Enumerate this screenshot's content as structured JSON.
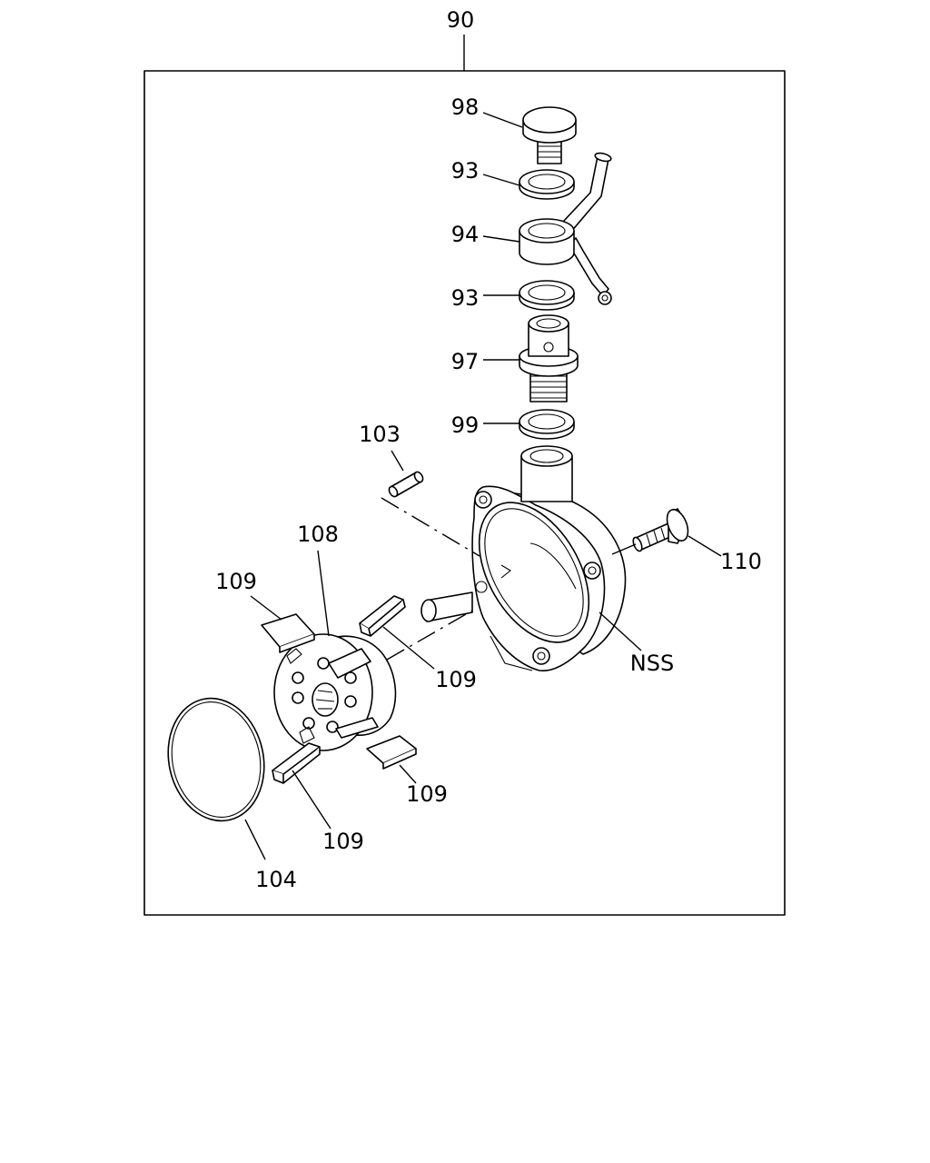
{
  "callouts": {
    "assembly": "90",
    "plug": "98",
    "washer_upper": "93",
    "banjo_fitting": "94",
    "washer_lower": "93",
    "union_bolt": "97",
    "gasket": "99",
    "pin": "103",
    "bolt": "110",
    "rotor": "108",
    "vane_top_left": "109",
    "vane_top_right": "109",
    "vane_bottom_right": "109",
    "vane_bottom_left": "109",
    "o_ring": "104",
    "housing": "NSS"
  }
}
